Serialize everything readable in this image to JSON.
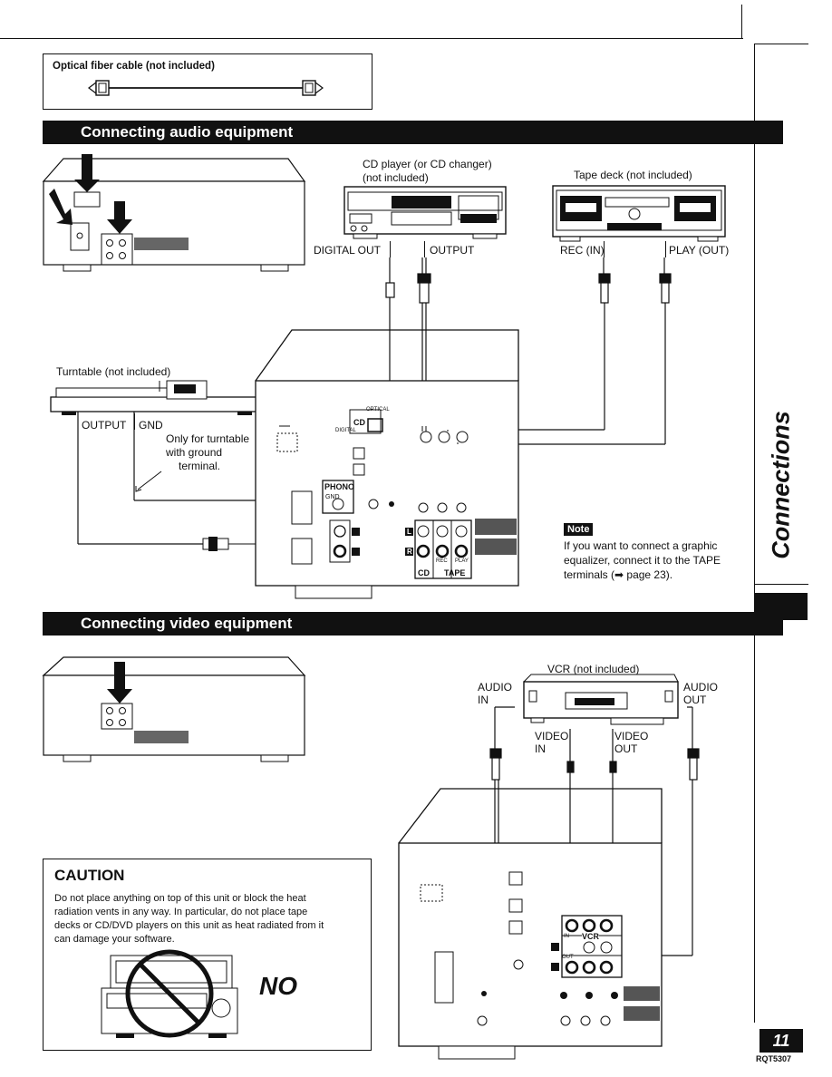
{
  "fiber_box": {
    "title": "Optical fiber cable (not included)"
  },
  "audio_section": {
    "header": "Connecting audio equipment",
    "cd_player_label_1": "CD player (or CD changer)",
    "cd_player_label_2": "(not included)",
    "tape_deck_label": "Tape deck (not included)",
    "digital_out": "DIGITAL OUT",
    "output": "OUTPUT",
    "rec_in": "REC (IN)",
    "play_out": "PLAY (OUT)",
    "turntable_label": "Turntable (not included)",
    "tt_output": "OUTPUT",
    "tt_gnd": "GND",
    "tt_note_1": "Only for turntable",
    "tt_note_2": "with ground",
    "tt_note_3": "terminal.",
    "panel_optical": "OPTICAL",
    "panel_cd": "CD",
    "panel_digital": "DIGITAL",
    "panel_phono": "PHONO",
    "panel_gnd": "GND",
    "panel_cd_bottom": "CD",
    "panel_tape": "TAPE",
    "panel_rec": "REC",
    "panel_play": "PLAY",
    "panel_l": "L",
    "panel_r": "R"
  },
  "note": {
    "badge": "Note",
    "text_1": "If you want to connect a graphic",
    "text_2": "equalizer, connect it to the TAPE",
    "text_3": "terminals (➡ page 23)."
  },
  "video_section": {
    "header": "Connecting video equipment",
    "vcr_label": "VCR (not included)",
    "audio_in_1": "AUDIO",
    "audio_in_2": "IN",
    "audio_out_1": "AUDIO",
    "audio_out_2": "OUT",
    "video_in_1": "VIDEO",
    "video_in_2": "IN",
    "video_out_1": "VIDEO",
    "video_out_2": "OUT",
    "panel_vcr": "VCR",
    "panel_in": "IN",
    "panel_out": "OUT"
  },
  "caution": {
    "title": "CAUTION",
    "line_1": "Do not place anything on top of this unit or block the heat",
    "line_2": "radiation vents in any way. In particular, do not place tape",
    "line_3": "decks or CD/DVD players on this unit as heat radiated from it",
    "line_4": "can damage your software.",
    "no_label": "NO"
  },
  "side_tab": {
    "text": "Connections"
  },
  "page": {
    "number": "11",
    "code": "RQT5307"
  }
}
